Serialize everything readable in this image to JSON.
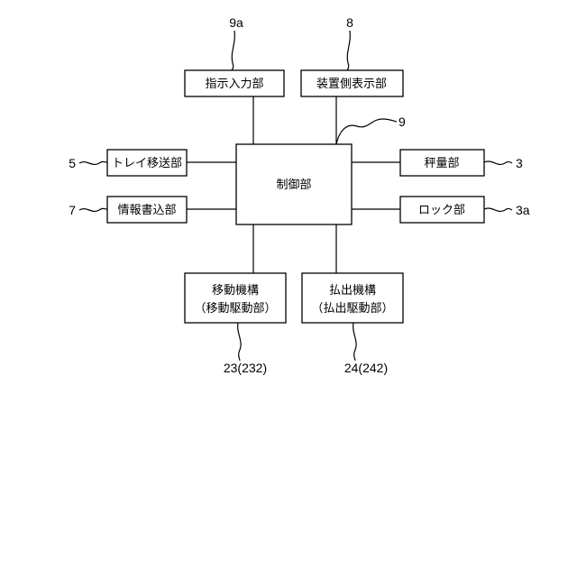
{
  "blocks": {
    "controller": "制御部",
    "instruction_input": "指示入力部",
    "device_display": "装置側表示部",
    "tray_transfer": "トレイ移送部",
    "info_writer": "情報書込部",
    "weighing": "秤量部",
    "lock": "ロック部",
    "move_mechanism": "移動機構",
    "move_drive": "（移動駆動部）",
    "dispense_mechanism": "払出機構",
    "dispense_drive": "（払出駆動部）"
  },
  "refs": {
    "controller": "9",
    "instruction_input": "9a",
    "device_display": "8",
    "tray_transfer": "5",
    "info_writer": "7",
    "weighing": "3",
    "lock": "3a",
    "move": "23(232)",
    "dispense": "24(242)"
  }
}
